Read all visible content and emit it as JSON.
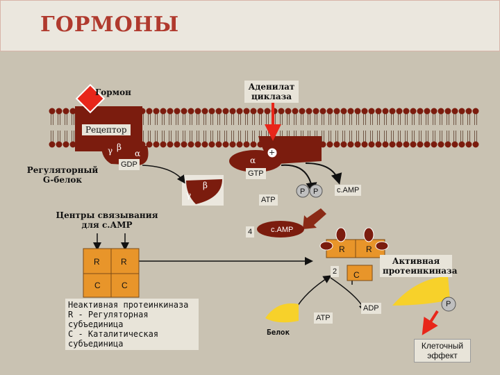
{
  "title": "ГОРМОНЫ",
  "labels": {
    "hormone": "Гормон",
    "adenylate_cyclase": "Аденилат\nциклаза",
    "receptor": "Рецептор",
    "reg_protein": "Регуляторный\nG-белок",
    "gamma": "γ",
    "beta": "β",
    "alpha": "α",
    "gdp": "GDP",
    "gtp": "GTP",
    "plus": "+",
    "atp": "ATP",
    "p": "P",
    "camp": "c.AMP",
    "camp_sites": "Центры связывания\nдля с.АМР",
    "four": "4",
    "two": "2",
    "r": "R",
    "c": "C",
    "inactive_kinase": "Неактивная протеинкиназа\nR - Регуляторная\nсубъединица\nС - Каталитическая\nсубъединица",
    "active_kinase": "Активная\nпротеинкиназа",
    "protein": "Белок",
    "adp": "ADP",
    "cell_effect": "Клеточный\nэффект"
  },
  "colors": {
    "title": "#b03a2e",
    "membrane_brown": "#7b1c0e",
    "orange": "#e8952a",
    "yellow": "#f7d12a",
    "red_arrow": "#e8261a",
    "background": "#c9c2b2"
  }
}
